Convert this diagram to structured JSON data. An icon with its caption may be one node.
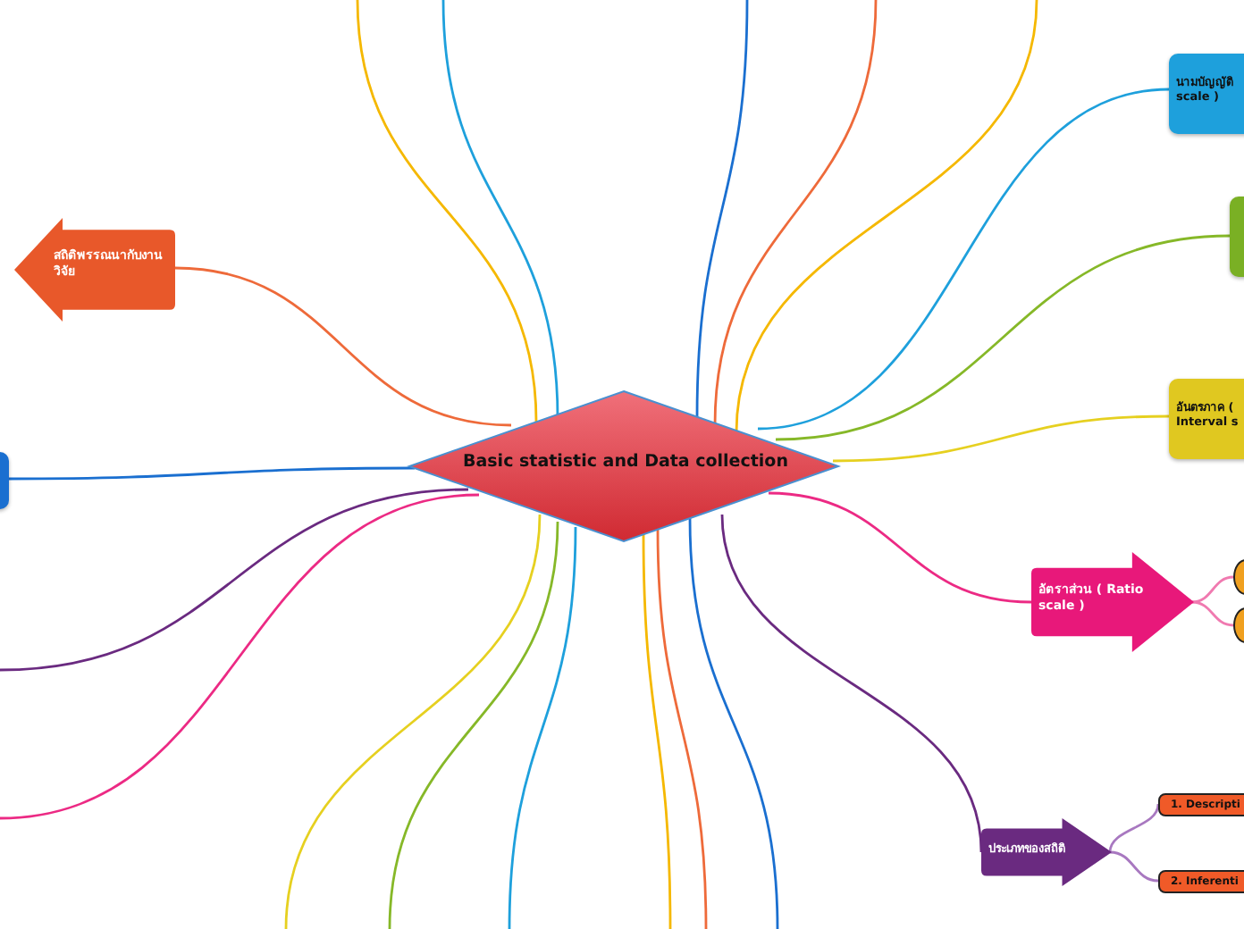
{
  "diagram": {
    "nodes": [
      {
        "text": [
          "Basic statistic and Data collection"
        ]
      },
      {
        "text": [
          "สถิติพรรณนากับงานวิจัย"
        ]
      },
      {
        "text": [],
        "shape": "box"
      },
      {
        "text": [
          "นามบัญญัติ scale )"
        ]
      },
      {
        "text": [],
        "shape": "box"
      },
      {
        "text": [
          "อันตรภาค ( Interval s"
        ]
      },
      {
        "text": [
          "อัตราส่วน ( Ratio scale )"
        ]
      },
      {
        "text": [],
        "shape": "circle"
      },
      {
        "text": [],
        "shape": "circle"
      },
      {
        "text": [
          "ประเภทของสถิติ"
        ]
      },
      {
        "text": [
          "1. Descripti"
        ]
      },
      {
        "text": [
          "2. Inferenti"
        ]
      }
    ],
    "edges": [
      {
        "from": 0,
        "to": 1,
        "arrow": "none",
        "color": "#ee6a3a"
      },
      {
        "from": 0,
        "to": 2,
        "arrow": "none",
        "color": "#1a6fd0"
      },
      {
        "from": 0,
        "to": 3,
        "arrow": "none",
        "color": "#1ea0dc"
      },
      {
        "from": 0,
        "to": 4,
        "arrow": "none",
        "color": "#86b828"
      },
      {
        "from": 0,
        "to": 5,
        "arrow": "none",
        "color": "#e6d020"
      },
      {
        "from": 0,
        "to": 6,
        "arrow": "none",
        "color": "#ec2a84"
      },
      {
        "from": 0,
        "to": 9,
        "arrow": "none",
        "color": "#6a2a80"
      },
      {
        "from": 6,
        "to": 7,
        "arrow": "none",
        "color": "#f07ab0"
      },
      {
        "from": 6,
        "to": 8,
        "arrow": "none",
        "color": "#f07ab0"
      },
      {
        "from": 9,
        "to": 10,
        "arrow": "none",
        "color": "#a878c0"
      },
      {
        "from": 9,
        "to": 11,
        "arrow": "none",
        "color": "#a878c0"
      },
      {
        "from": 0,
        "to": null,
        "arrow": "none",
        "color": "#f5b800"
      },
      {
        "from": 0,
        "to": null,
        "arrow": "none",
        "color": "#1ea0dc"
      },
      {
        "from": 0,
        "to": null,
        "arrow": "none",
        "color": "#1a6fd0"
      },
      {
        "from": 0,
        "to": null,
        "arrow": "none",
        "color": "#ee6a3a"
      },
      {
        "from": 0,
        "to": null,
        "arrow": "none",
        "color": "#f5b800"
      },
      {
        "from": 0,
        "to": null,
        "arrow": "none",
        "color": "#6a2a80"
      },
      {
        "from": 0,
        "to": null,
        "arrow": "none",
        "color": "#ec2a84"
      },
      {
        "from": 0,
        "to": null,
        "arrow": "none",
        "color": "#e6d020"
      },
      {
        "from": 0,
        "to": null,
        "arrow": "none",
        "color": "#86b828"
      },
      {
        "from": 0,
        "to": null,
        "arrow": "none",
        "color": "#1ea0dc"
      },
      {
        "from": 0,
        "to": null,
        "arrow": "none",
        "color": "#f5b800"
      },
      {
        "from": 0,
        "to": null,
        "arrow": "none",
        "color": "#ee6a3a"
      },
      {
        "from": 0,
        "to": null,
        "arrow": "none",
        "color": "#1a6fd0"
      }
    ]
  }
}
